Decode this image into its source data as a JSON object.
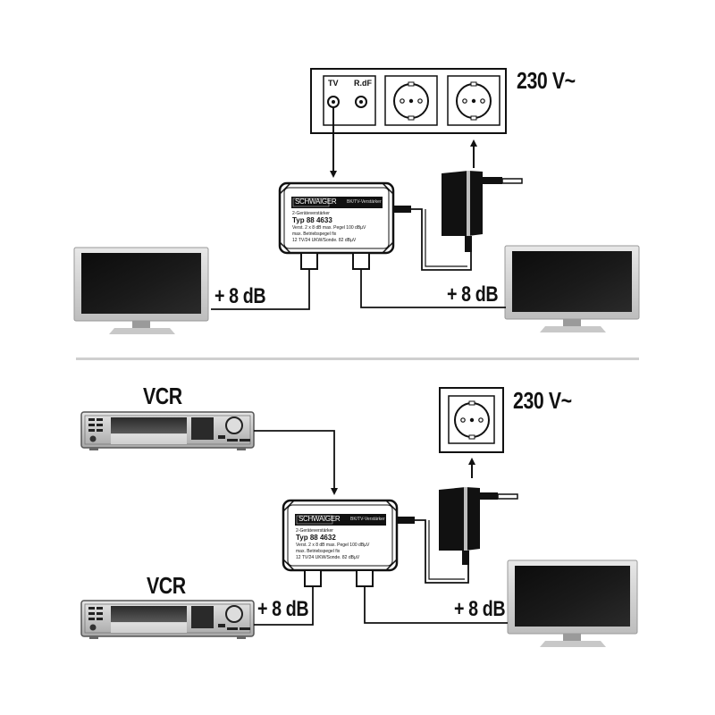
{
  "diagram": {
    "top_scenario": {
      "wall_plate": {
        "ports": [
          {
            "label": "TV"
          },
          {
            "label": "Radio",
            "display": "R.dF"
          }
        ],
        "sockets": 2,
        "voltage_label": "230 V~"
      },
      "amplifier": {
        "brand": "SCHWAIGER",
        "subtitle": "BK/TV-Verstärker",
        "line1": "2-Geräteverstärker",
        "model": "Typ 88 4633",
        "spec1": "Verst. 2 x 8 dB max. Pegel 100 dBµV",
        "spec2": "max. Betriebspegel fix",
        "spec3": "12 TV/24 UKW/Sonde. 82 dBµV"
      },
      "left_output_gain": "+ 8 dB",
      "right_output_gain": "+ 8 dB",
      "devices": [
        "TV (left)",
        "TV (right)",
        "Power adapter"
      ]
    },
    "bottom_scenario": {
      "wall_socket": {
        "voltage_label": "230 V~"
      },
      "input_device_label": "VCR",
      "output_device_label": "VCR",
      "amplifier": {
        "brand": "SCHWAIGER",
        "subtitle": "BK/TV-Verstärker",
        "line1": "2-Geräteverstärker",
        "model": "Typ 88 4632",
        "spec1": "Verst. 2 x 8 dB max. Pegel 100 dBµV",
        "spec2": "max. Betriebspegel fix",
        "spec3": "12 TV/24 UKW/Sonde. 82 dBµV"
      },
      "left_output_gain": "+ 8 dB",
      "right_output_gain": "+ 8 dB",
      "devices": [
        "VCR (input)",
        "VCR (output)",
        "TV",
        "Power adapter"
      ]
    },
    "colors": {
      "ink": "#111111",
      "divider": "#c8c8c8",
      "screen": "#141414",
      "bezel": "#dcdcdc"
    }
  }
}
